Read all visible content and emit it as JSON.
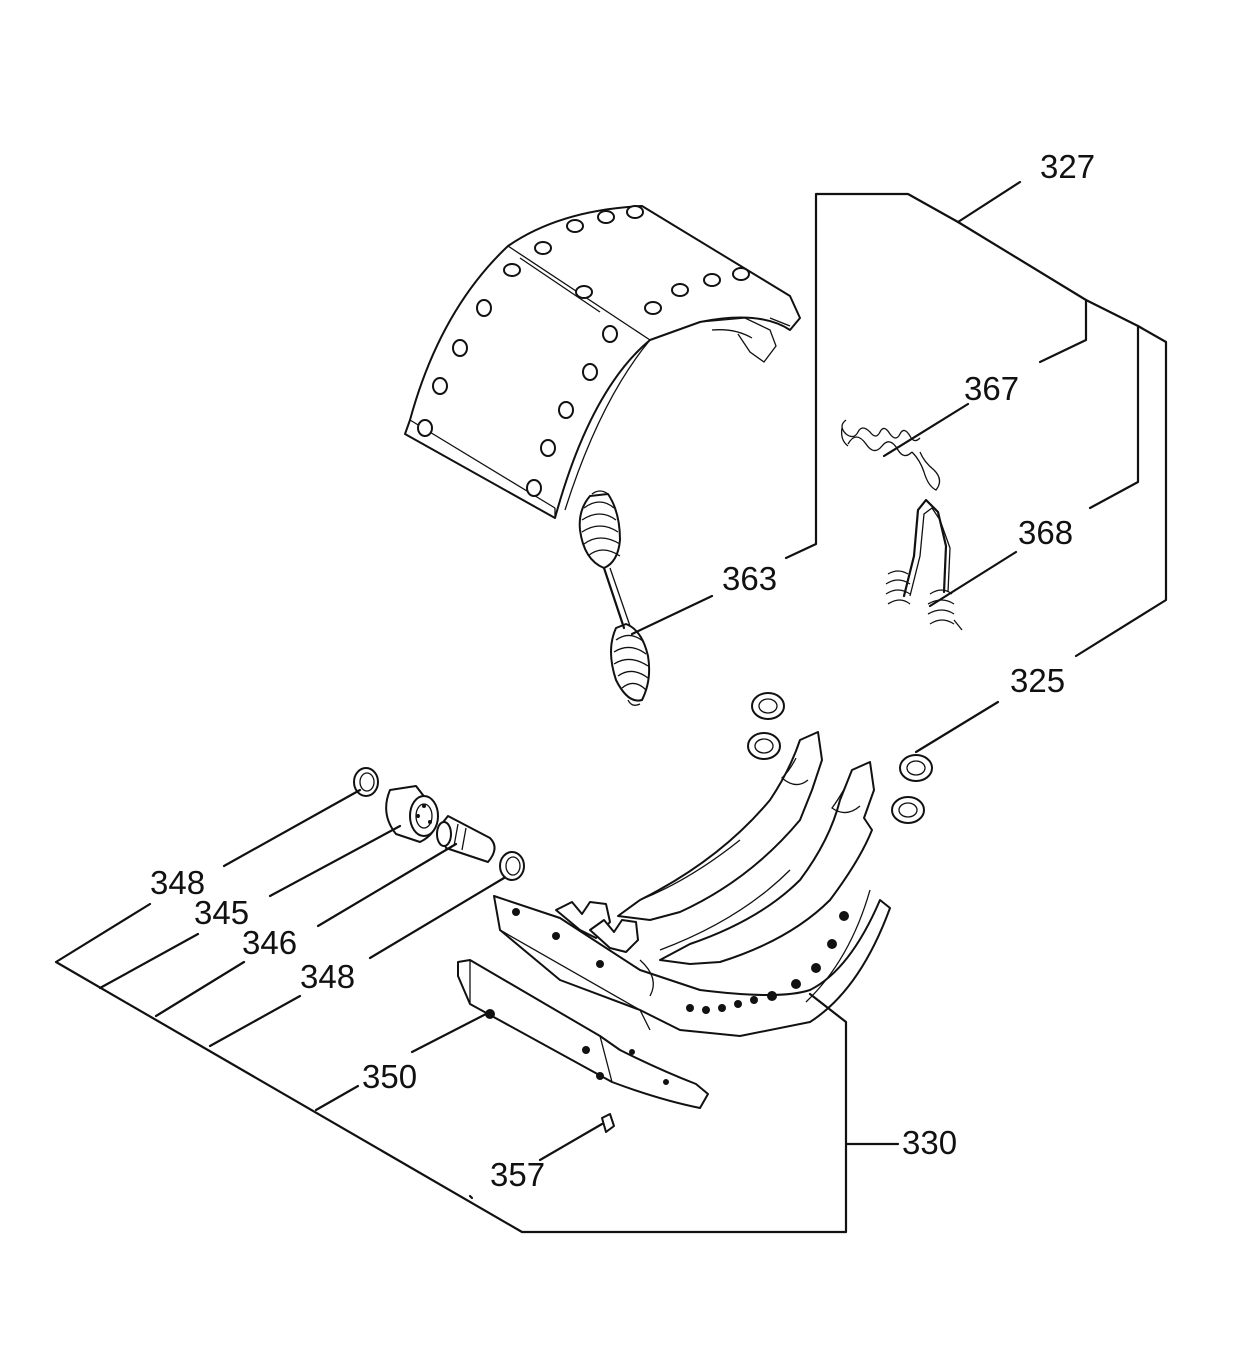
{
  "colors": {
    "ink": "#111111",
    "background": "#ffffff"
  },
  "callouts": {
    "c327": "327",
    "c367": "367",
    "c368": "368",
    "c363": "363",
    "c325": "325",
    "c348a": "348",
    "c345": "345",
    "c346": "346",
    "c348b": "348",
    "c350": "350",
    "c357": "357",
    "c330": "330"
  },
  "parts": [
    "brake-lining",
    "return-spring",
    "anchor-spring",
    "retainer-spring",
    "roller-clip",
    "brake-shoe",
    "seal-ring",
    "roller",
    "anchor-pin",
    "lining-segment",
    "rivet"
  ]
}
